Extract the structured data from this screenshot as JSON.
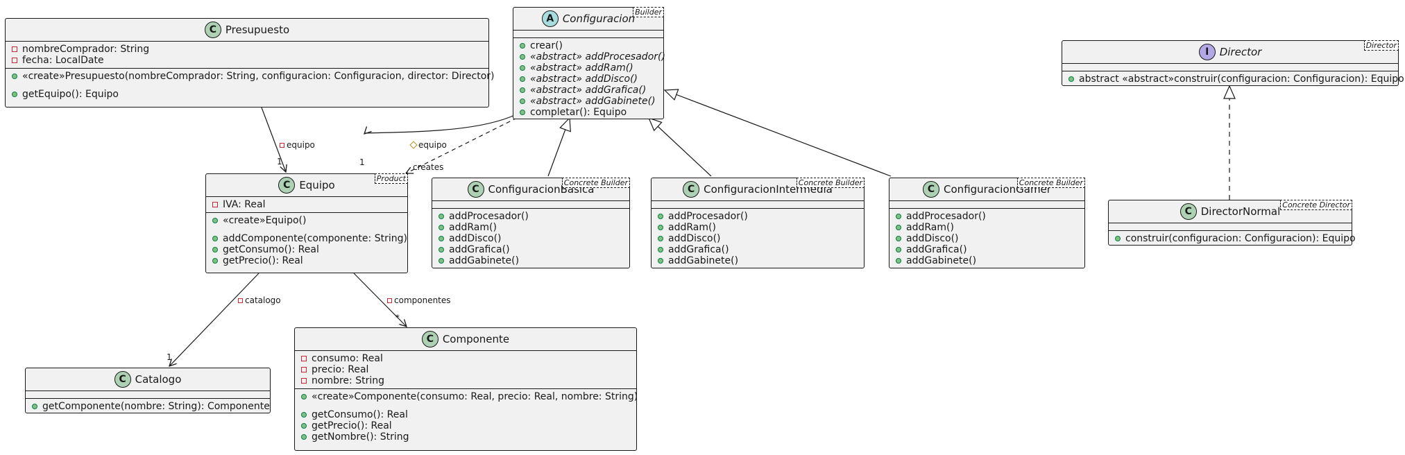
{
  "classes": {
    "presupuesto": {
      "name": "Presupuesto",
      "attributes": [
        "nombreComprador: String",
        "fecha: LocalDate"
      ],
      "methods": [
        "«create»Presupuesto(nombreComprador: String, configuracion: Configuracion, director: Director)",
        "getEquipo(): Equipo"
      ]
    },
    "configuracion": {
      "name": "Configuracion",
      "stereotype": "Builder",
      "methods": [
        "crear()",
        "«abstract» addProcesador()",
        "«abstract» addRam()",
        "«abstract» addDisco()",
        "«abstract» addGrafica()",
        "«abstract» addGabinete()",
        "completar(): Equipo"
      ]
    },
    "director": {
      "name": "Director",
      "stereotype": "Director",
      "methods": [
        "abstract «abstract»construir(configuracion: Configuracion): Equipo"
      ]
    },
    "equipo": {
      "name": "Equipo",
      "stereotype": "Product",
      "attributes": [
        "IVA: Real"
      ],
      "methods": [
        "«create»Equipo()",
        "addComponente(componente: String)",
        "getConsumo(): Real",
        "getPrecio(): Real"
      ]
    },
    "basica": {
      "name": "ConfiguracionBasica",
      "stereotype": "Concrete Builder",
      "methods": [
        "addProcesador()",
        "addRam()",
        "addDisco()",
        "addGrafica()",
        "addGabinete()"
      ]
    },
    "intermedia": {
      "name": "ConfiguracionIntermedia",
      "stereotype": "Concrete Builder",
      "methods": [
        "addProcesador()",
        "addRam()",
        "addDisco()",
        "addGrafica()",
        "addGabinete()"
      ]
    },
    "gamer": {
      "name": "ConfiguracionGamer",
      "stereotype": "Concrete Builder",
      "methods": [
        "addProcesador()",
        "addRam()",
        "addDisco()",
        "addGrafica()",
        "addGabinete()"
      ]
    },
    "directorNormal": {
      "name": "DirectorNormal",
      "stereotype": "Concrete Director",
      "methods": [
        "construir(configuracion: Configuracion): Equipo"
      ]
    },
    "catalogo": {
      "name": "Catalogo",
      "methods": [
        "getComponente(nombre: String): Componente"
      ]
    },
    "componente": {
      "name": "Componente",
      "attributes": [
        "consumo: Real",
        "precio: Real",
        "nombre: String"
      ],
      "methods": [
        "«create»Componente(consumo: Real, precio: Real, nombre: String)",
        "getConsumo(): Real",
        "getPrecio(): Real",
        "getNombre(): String"
      ]
    }
  },
  "relations": {
    "presupuesto_equipo": {
      "label": "equipo",
      "multiplicity": "1"
    },
    "configuracion_equipo": {
      "label": "equipo",
      "multiplicity": "1"
    },
    "configuracion_creates": {
      "label": "creates"
    },
    "equipo_catalogo": {
      "label": "catalogo",
      "multiplicity": "1"
    },
    "equipo_componentes": {
      "label": "componentes",
      "multiplicity": "*"
    }
  },
  "colors": {
    "class_fill": "#f1f1f1",
    "border": "#181818",
    "class_badge": "#add1b2",
    "abstract_badge": "#a9dcdf",
    "interface_badge": "#b4a7e5",
    "private_marker": "#c82930",
    "public_marker": "#84be84",
    "protected_marker": "#b38d22"
  }
}
